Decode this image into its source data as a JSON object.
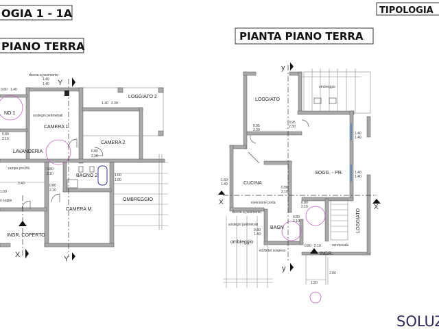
{
  "titles": {
    "left_typology": "OGIA 1 - 1A",
    "left_floor": "PIANO TERRA",
    "right_floor": "PIANTA PIANO TERRA",
    "right_typology": "TIPOLOGIA",
    "brand": "SOLUZ"
  },
  "left_plan": {
    "rooms": {
      "loggiato2": "LOGGIATO 2",
      "camera1": "CAMERA 1",
      "camera2": "CAMERA 2",
      "lavanderia": "LAVANDERIA",
      "bagno2": "BAGNO 2",
      "cameram": "CAMERA M.",
      "ombreggio": "OMBREGGIO",
      "ingr_coperto": "INGR. COPERTO",
      "bagno1": "NO 1"
    },
    "notes": {
      "doccia": "doccia a pavimento",
      "sostegni": "sostegni perimetrali",
      "rampa": "rampa p=<8%",
      "soglie": "o soglie"
    },
    "dims": [
      "0.80",
      "1.40",
      "1.40",
      "1.40",
      "1.40",
      "2.30",
      "0.80",
      "2.10",
      "0.80",
      "2.10",
      "0.80",
      "2.10",
      "1.00",
      "1.00",
      "3.40",
      "0.80",
      "2.10",
      "1.00"
    ],
    "section_labels": {
      "x": "X",
      "y": "Y"
    }
  },
  "right_plan": {
    "rooms": {
      "loggiato": "LOGGIATO",
      "ombreggio_top": "ombreggio",
      "sogg_pr": "SOGG. - PR.",
      "cucina": "CUCINA",
      "bagno": "BAGN",
      "ombreggio_left": "ombreggio",
      "loggiato_right": "LOGGIATO",
      "ingr": "INGR."
    },
    "notes": {
      "inversione": "inversione porta",
      "doccia": "doccia a pavimento",
      "sostegni": "sostegni perimetrali",
      "wc": "wc/bidet sospeso",
      "servoscala": "servoscala"
    },
    "dims": [
      "0.95",
      "2.30",
      "0.95",
      "2.30",
      "1.40",
      "1.40",
      "1.40",
      "1.40",
      "1.60",
      "1.40",
      "0.80",
      "2.10",
      "0.80",
      "2.10",
      "0.80",
      "2.10",
      "0.80",
      "1.40",
      "0.80",
      "2.10",
      "1.20",
      "2.00"
    ],
    "section_labels": {
      "x": "X",
      "y": "y"
    }
  }
}
